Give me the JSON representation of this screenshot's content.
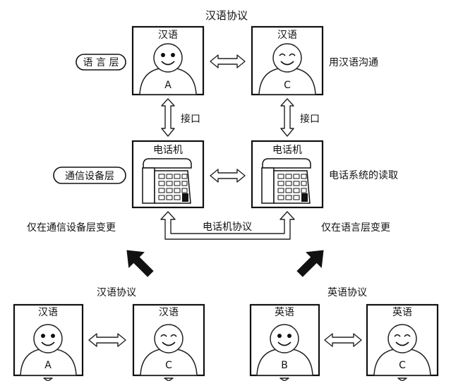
{
  "top": {
    "protocol_label": "汉语协议",
    "layer_language": "语 言 层",
    "layer_device": "通信设备层",
    "left_person": {
      "language": "汉语",
      "letter": "A"
    },
    "right_person": {
      "language": "汉语",
      "letter": "C"
    },
    "right_note": "用汉语沟通",
    "interface_left": "接口",
    "interface_right": "接口",
    "left_phone_label": "电话机",
    "right_phone_label": "电话机",
    "phone_note": "电话系统的读取",
    "phone_protocol": "电话机协议"
  },
  "branches": {
    "left_caption": "仅在通信设备层变更",
    "right_caption": "仅在语言层变更"
  },
  "bottom_left": {
    "protocol_label": "汉语协议",
    "left_person": {
      "language": "汉语",
      "letter": "A"
    },
    "right_person": {
      "language": "汉语",
      "letter": "C"
    }
  },
  "bottom_right": {
    "protocol_label": "英语协议",
    "left_person": {
      "language": "英语",
      "letter": "B"
    },
    "right_person": {
      "language": "英语",
      "letter": "C"
    }
  }
}
